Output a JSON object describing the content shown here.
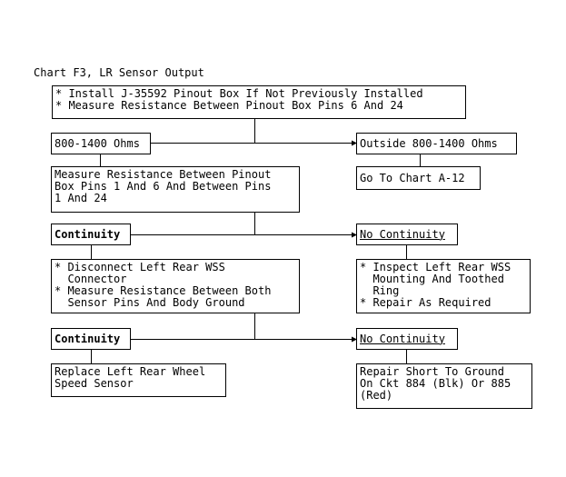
{
  "title": "Chart F3, LR Sensor Output",
  "steps": {
    "install_measure": {
      "lines": [
        "* Install J-35592 Pinout Box If Not Previously Installed",
        "* Measure Resistance Between Pinout Box Pins 6 And 24"
      ]
    },
    "range_ok": {
      "label": "800-1400 Ohms"
    },
    "range_outside": {
      "label": "Outside 800-1400 Ohms"
    },
    "measure_pins": {
      "lines": [
        "Measure Resistance Between Pinout",
        "Box Pins 1 And 6 And Between Pins",
        "1 And 24"
      ]
    },
    "goto_chart": {
      "label": "Go To Chart A-12"
    },
    "continuity_1": {
      "label": "Continuity"
    },
    "no_continuity_1": {
      "label": "No Continuity"
    },
    "disconnect": {
      "lines": [
        "* Disconnect Left Rear WSS",
        "  Connector",
        "* Measure Resistance Between Both",
        "  Sensor Pins And Body Ground"
      ]
    },
    "inspect": {
      "lines": [
        "* Inspect Left Rear WSS",
        "  Mounting And Toothed",
        "  Ring",
        "* Repair As Required"
      ]
    },
    "continuity_2": {
      "label": "Continuity"
    },
    "no_continuity_2": {
      "label": "No Continuity"
    },
    "replace_sensor": {
      "lines": [
        "Replace Left Rear Wheel",
        "Speed Sensor"
      ]
    },
    "repair_short": {
      "lines": [
        "Repair Short To Ground",
        "On Ckt 884 (Blk) Or 885",
        "(Red)"
      ]
    }
  }
}
